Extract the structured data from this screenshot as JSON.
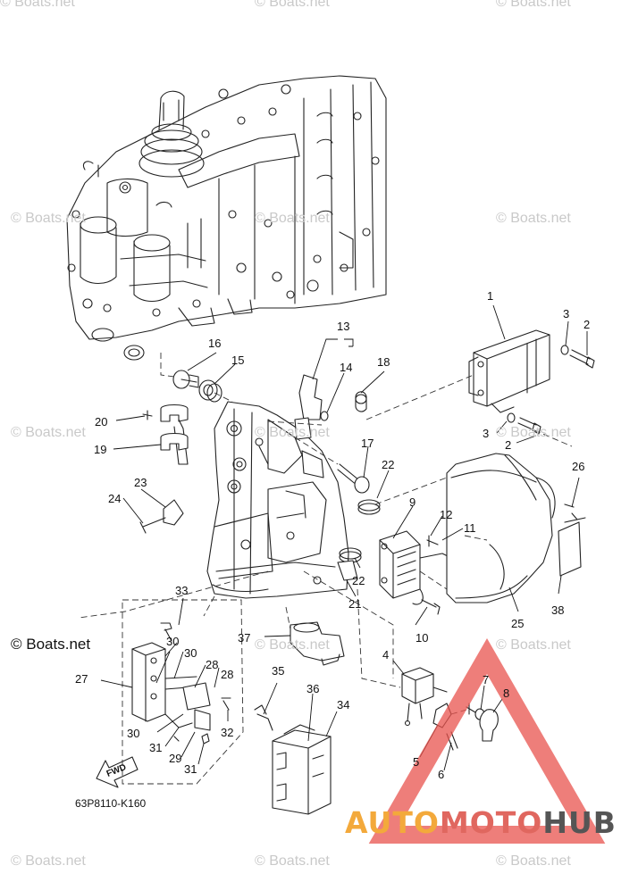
{
  "watermark": {
    "text": "© Boats.net",
    "color": "#c9c9c9"
  },
  "watermark_primary": "© Boats.net",
  "diagram_code": "63P8110-K160",
  "fwd_label": "FWD",
  "logo": {
    "auto": "AUTO",
    "moto": "MOTO",
    "hub": "HUB",
    "auto_color": "#f3a93b",
    "moto_color": "#e0675f",
    "hub_color": "#555555",
    "triangle_color": "#e8534e"
  },
  "callouts": {
    "c1": "1",
    "c2a": "2",
    "c2b": "2",
    "c3a": "3",
    "c3b": "3",
    "c4": "4",
    "c5": "5",
    "c6": "6",
    "c7": "7",
    "c8": "8",
    "c9": "9",
    "c10": "10",
    "c11": "11",
    "c12": "12",
    "c13": "13",
    "c14": "14",
    "c15": "15",
    "c16": "16",
    "c17": "17",
    "c18": "18",
    "c19": "19",
    "c20": "20",
    "c21": "21",
    "c22a": "22",
    "c22b": "22",
    "c23": "23",
    "c24": "24",
    "c25": "25",
    "c26": "26",
    "c27": "27",
    "c28a": "28",
    "c28b": "28",
    "c29": "29",
    "c30a": "30",
    "c30b": "30",
    "c30c": "30",
    "c31a": "31",
    "c31b": "31",
    "c32": "32",
    "c33": "33",
    "c34": "34",
    "c35": "35",
    "c36": "36",
    "c37": "37",
    "c38": "38"
  }
}
